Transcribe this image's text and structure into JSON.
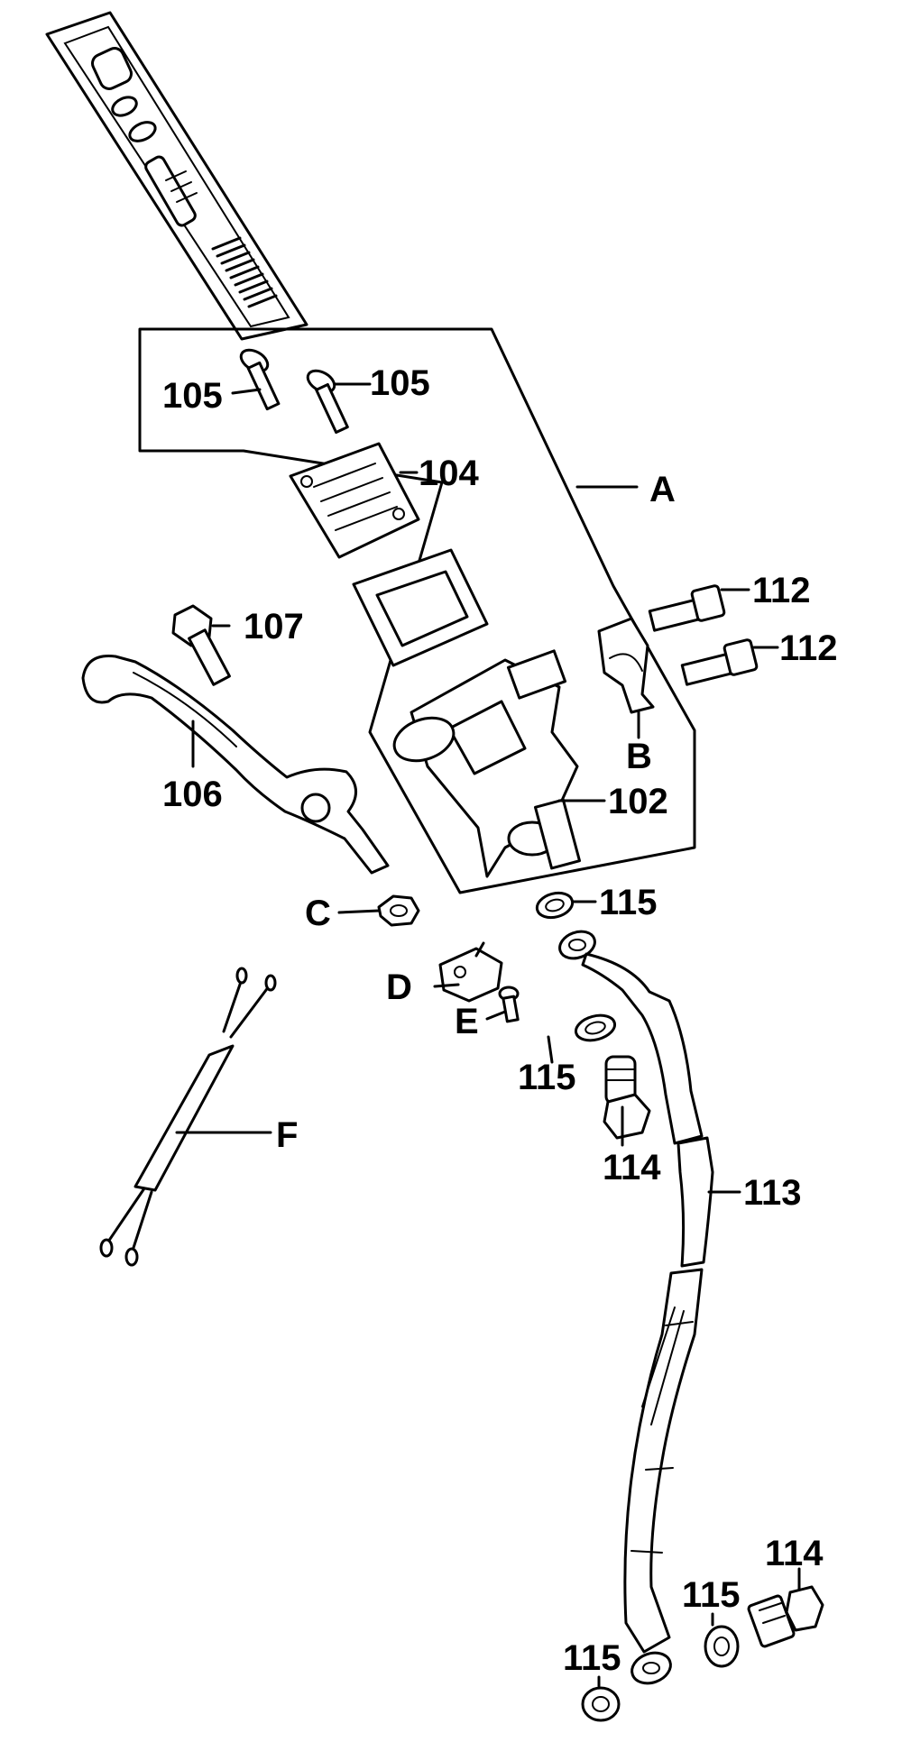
{
  "labels": {
    "p105a": "105",
    "p105b": "105",
    "p104": "104",
    "pA": "A",
    "p112a": "112",
    "p112b": "112",
    "p107": "107",
    "p106": "106",
    "pB": "B",
    "p102": "102",
    "pC": "C",
    "p115a": "115",
    "pD": "D",
    "pE": "E",
    "p115b": "115",
    "pF": "F",
    "p114a": "114",
    "p113": "113",
    "p114b": "114",
    "p115c": "115",
    "p115d": "115"
  }
}
